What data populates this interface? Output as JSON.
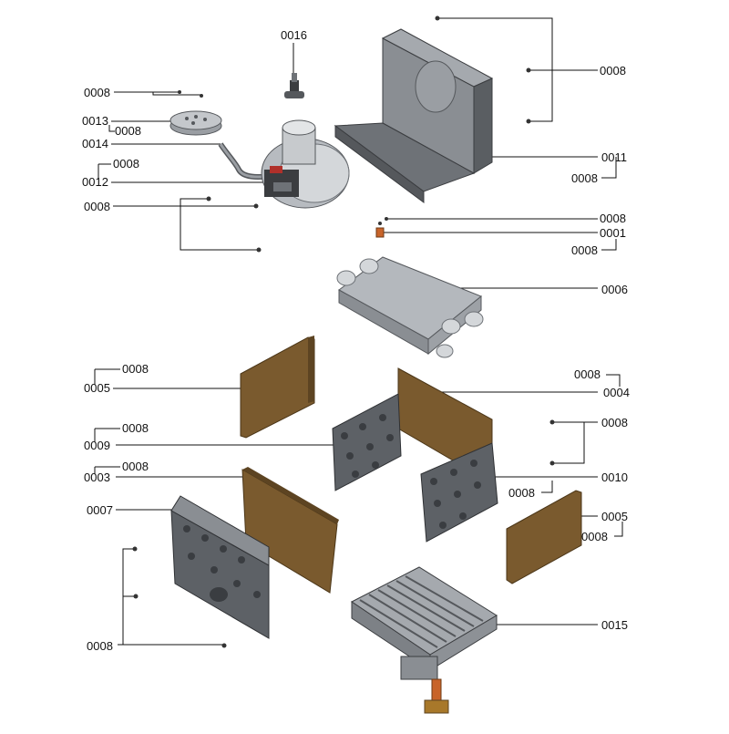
{
  "diagram": {
    "colors": {
      "leader": "#111111",
      "metal_dark": "#6e7277",
      "metal_mid": "#8d9196",
      "metal_light": "#b7bbc0",
      "insulation": "#7a5a2e",
      "insulation_edge": "#4b3618",
      "copper": "#c8642a",
      "red": "#b0302a"
    },
    "labels": {
      "l0016": "0016",
      "l0008_a": "0008",
      "l0013": "0013",
      "l0008_b": "0008",
      "l0014": "0014",
      "l0008_c": "0008",
      "l0012": "0012",
      "l0008_d": "0008",
      "l0008_e": "0008",
      "l0011": "0011",
      "l0008_f": "0008",
      "l0008_g": "0008",
      "l0001": "0001",
      "l0008_h": "0008",
      "l0006": "0006",
      "l0008_i": "0008",
      "l0005_a": "0005",
      "l0008_j": "0008",
      "l0004": "0004",
      "l0008_k": "0008",
      "l0009": "0009",
      "l0008_l": "0008",
      "l0008_m": "0008",
      "l0003": "0003",
      "l0010": "0010",
      "l0007": "0007",
      "l0008_n": "0008",
      "l0005_b": "0005",
      "l0008_o": "0008",
      "l0015": "0015",
      "l0008_p": "0008"
    },
    "parts": {
      "fan": "fan-assembly-icon",
      "back_panel": "back-panel-icon",
      "heat_exchanger": "heat-exchanger-icon",
      "burner": "burner-assembly-icon",
      "insulation": "insulation-panel-icon",
      "side_panel": "side-panel-icon",
      "screw": "screw-icon"
    }
  }
}
